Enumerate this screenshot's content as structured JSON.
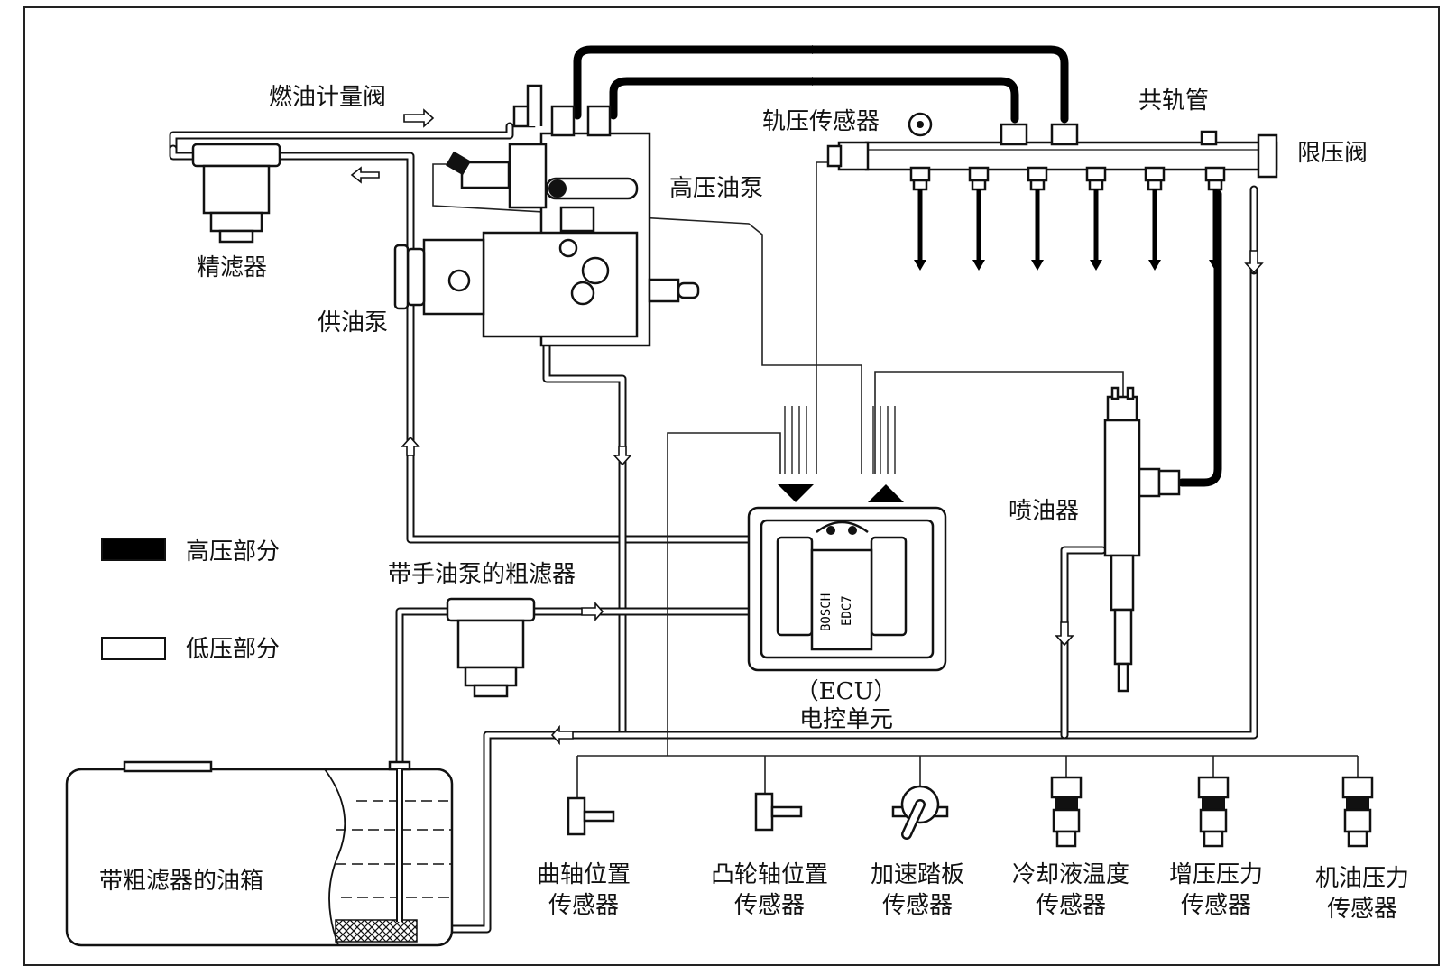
{
  "labels": {
    "fuel_metering_valve": "燃油计量阀",
    "fine_filter": "精滤器",
    "supply_pump": "供油泵",
    "high_pressure_pump": "高压油泵",
    "rail_pressure_sensor": "轨压传感器",
    "common_rail": "共轨管",
    "pressure_limit_valve": "限压阀",
    "injector": "喷油器",
    "coarse_filter_with_hand_pump": "带手油泵的粗滤器",
    "ecu_abbr": "（ECU）",
    "ecu_name": "电控单元",
    "tank": "带粗滤器的油箱",
    "ecu_brand": "BOSCH",
    "ecu_model": "EDC7"
  },
  "legend": [
    {
      "label": "高压部分",
      "kind": "high_pressure",
      "color": "#000000"
    },
    {
      "label": "低压部分",
      "kind": "low_pressure",
      "color": "#ffffff"
    }
  ],
  "sensors": [
    {
      "line1": "曲轴位置",
      "line2": "传感器",
      "icon": "crankshaft-sensor-icon"
    },
    {
      "line1": "凸轮轴位置",
      "line2": "传感器",
      "icon": "camshaft-sensor-icon"
    },
    {
      "line1": "加速踏板",
      "line2": "传感器",
      "icon": "pedal-sensor-icon"
    },
    {
      "line1": "冷却液温度",
      "line2": "传感器",
      "icon": "coolant-temp-sensor-icon"
    },
    {
      "line1": "增压压力",
      "line2": "传感器",
      "icon": "boost-pressure-sensor-icon"
    },
    {
      "line1": "机油压力",
      "line2": "传感器",
      "icon": "oil-pressure-sensor-icon"
    }
  ],
  "colors": {
    "line": "#111111",
    "background": "#ffffff"
  }
}
